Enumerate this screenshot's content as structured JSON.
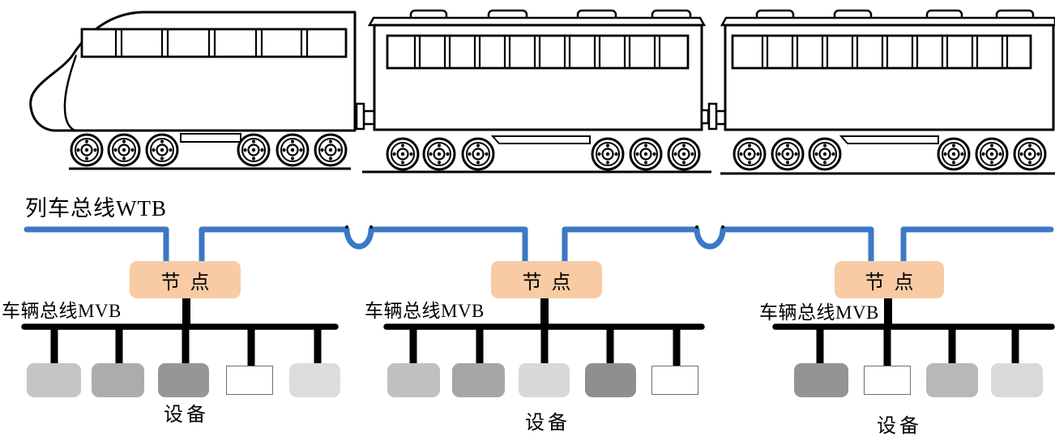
{
  "labels": {
    "wtb_bus": "列车总线WTB",
    "mvb_bus": "车辆总线MVB",
    "node": "节点",
    "device": "设备"
  },
  "colors": {
    "wtb_blue": "#3B78C6",
    "bus_black": "#000000",
    "node_fill": "#F8CBA4",
    "train_line": "#000000",
    "white_box_border": "#6E6E6E"
  },
  "nodes": [
    {
      "label": "节点"
    },
    {
      "label": "节点"
    },
    {
      "label": "节点"
    }
  ],
  "clusters": [
    {
      "mvb_label": "车辆总线MVB",
      "device_label": "设备",
      "devices": [
        {
          "color": "#C5C5C5"
        },
        {
          "color": "#ACACAC"
        },
        {
          "color": "#969696"
        },
        {
          "color": "#FFFFFF",
          "bordered": true
        },
        {
          "color": "#DCDCDC"
        }
      ]
    },
    {
      "mvb_label": "车辆总线MVB",
      "device_label": "设备",
      "devices": [
        {
          "color": "#C0C0C0"
        },
        {
          "color": "#A6A6A6"
        },
        {
          "color": "#D8D8D8"
        },
        {
          "color": "#8F8F8F"
        },
        {
          "color": "#FFFFFF",
          "bordered": true
        }
      ]
    },
    {
      "mvb_label": "车辆总线MVB",
      "device_label": "设备",
      "devices": [
        {
          "color": "#949494"
        },
        {
          "color": "#FFFFFF",
          "bordered": true
        },
        {
          "color": "#B8B8B8"
        },
        {
          "color": "#D9D9D9"
        }
      ]
    }
  ]
}
